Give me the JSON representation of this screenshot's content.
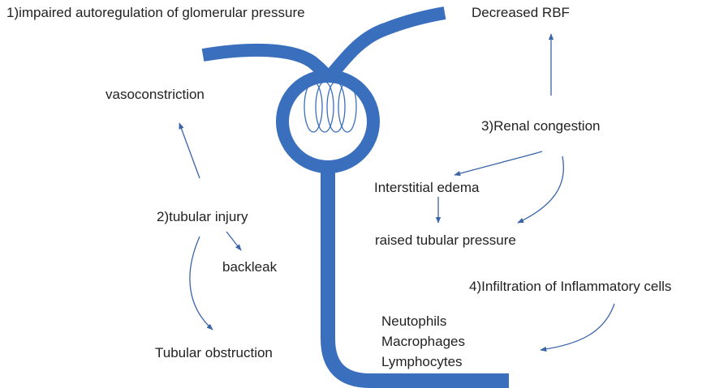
{
  "colors": {
    "vessel": "#3a6fbd",
    "arrow": "#3a64a8",
    "text": "#222222",
    "background": "#ffffff"
  },
  "labels": {
    "cause_1": "1)impaired autoregulation of glomerular pressure",
    "decreased_rbf": "Decreased RBF",
    "vasoconstriction": "vasoconstriction",
    "cause_3": "3)Renal congestion",
    "interstitial_edema": "Interstitial edema",
    "cause_2": "2)tubular injury",
    "raised_tubular_pressure": "raised tubular pressure",
    "backleak": "backleak",
    "cause_4": "4)Infiltration of Inflammatory cells",
    "neutophils": "Neutophils",
    "macrophages": "Macrophages",
    "lymphocytes": "Lymphocytes",
    "tubular_obstruction": "Tubular obstruction"
  }
}
